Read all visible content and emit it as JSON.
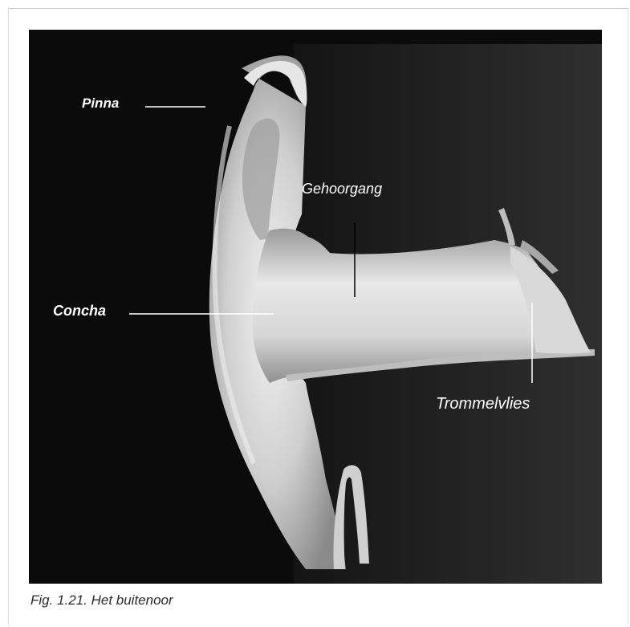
{
  "figure": {
    "caption": "Fig. 1.21. Het buitenoor",
    "labels": {
      "pinna": "Pinna",
      "gehoorgang": "Gehoorgang",
      "concha": "Concha",
      "trommelvlies": "Trommelvlies"
    }
  }
}
